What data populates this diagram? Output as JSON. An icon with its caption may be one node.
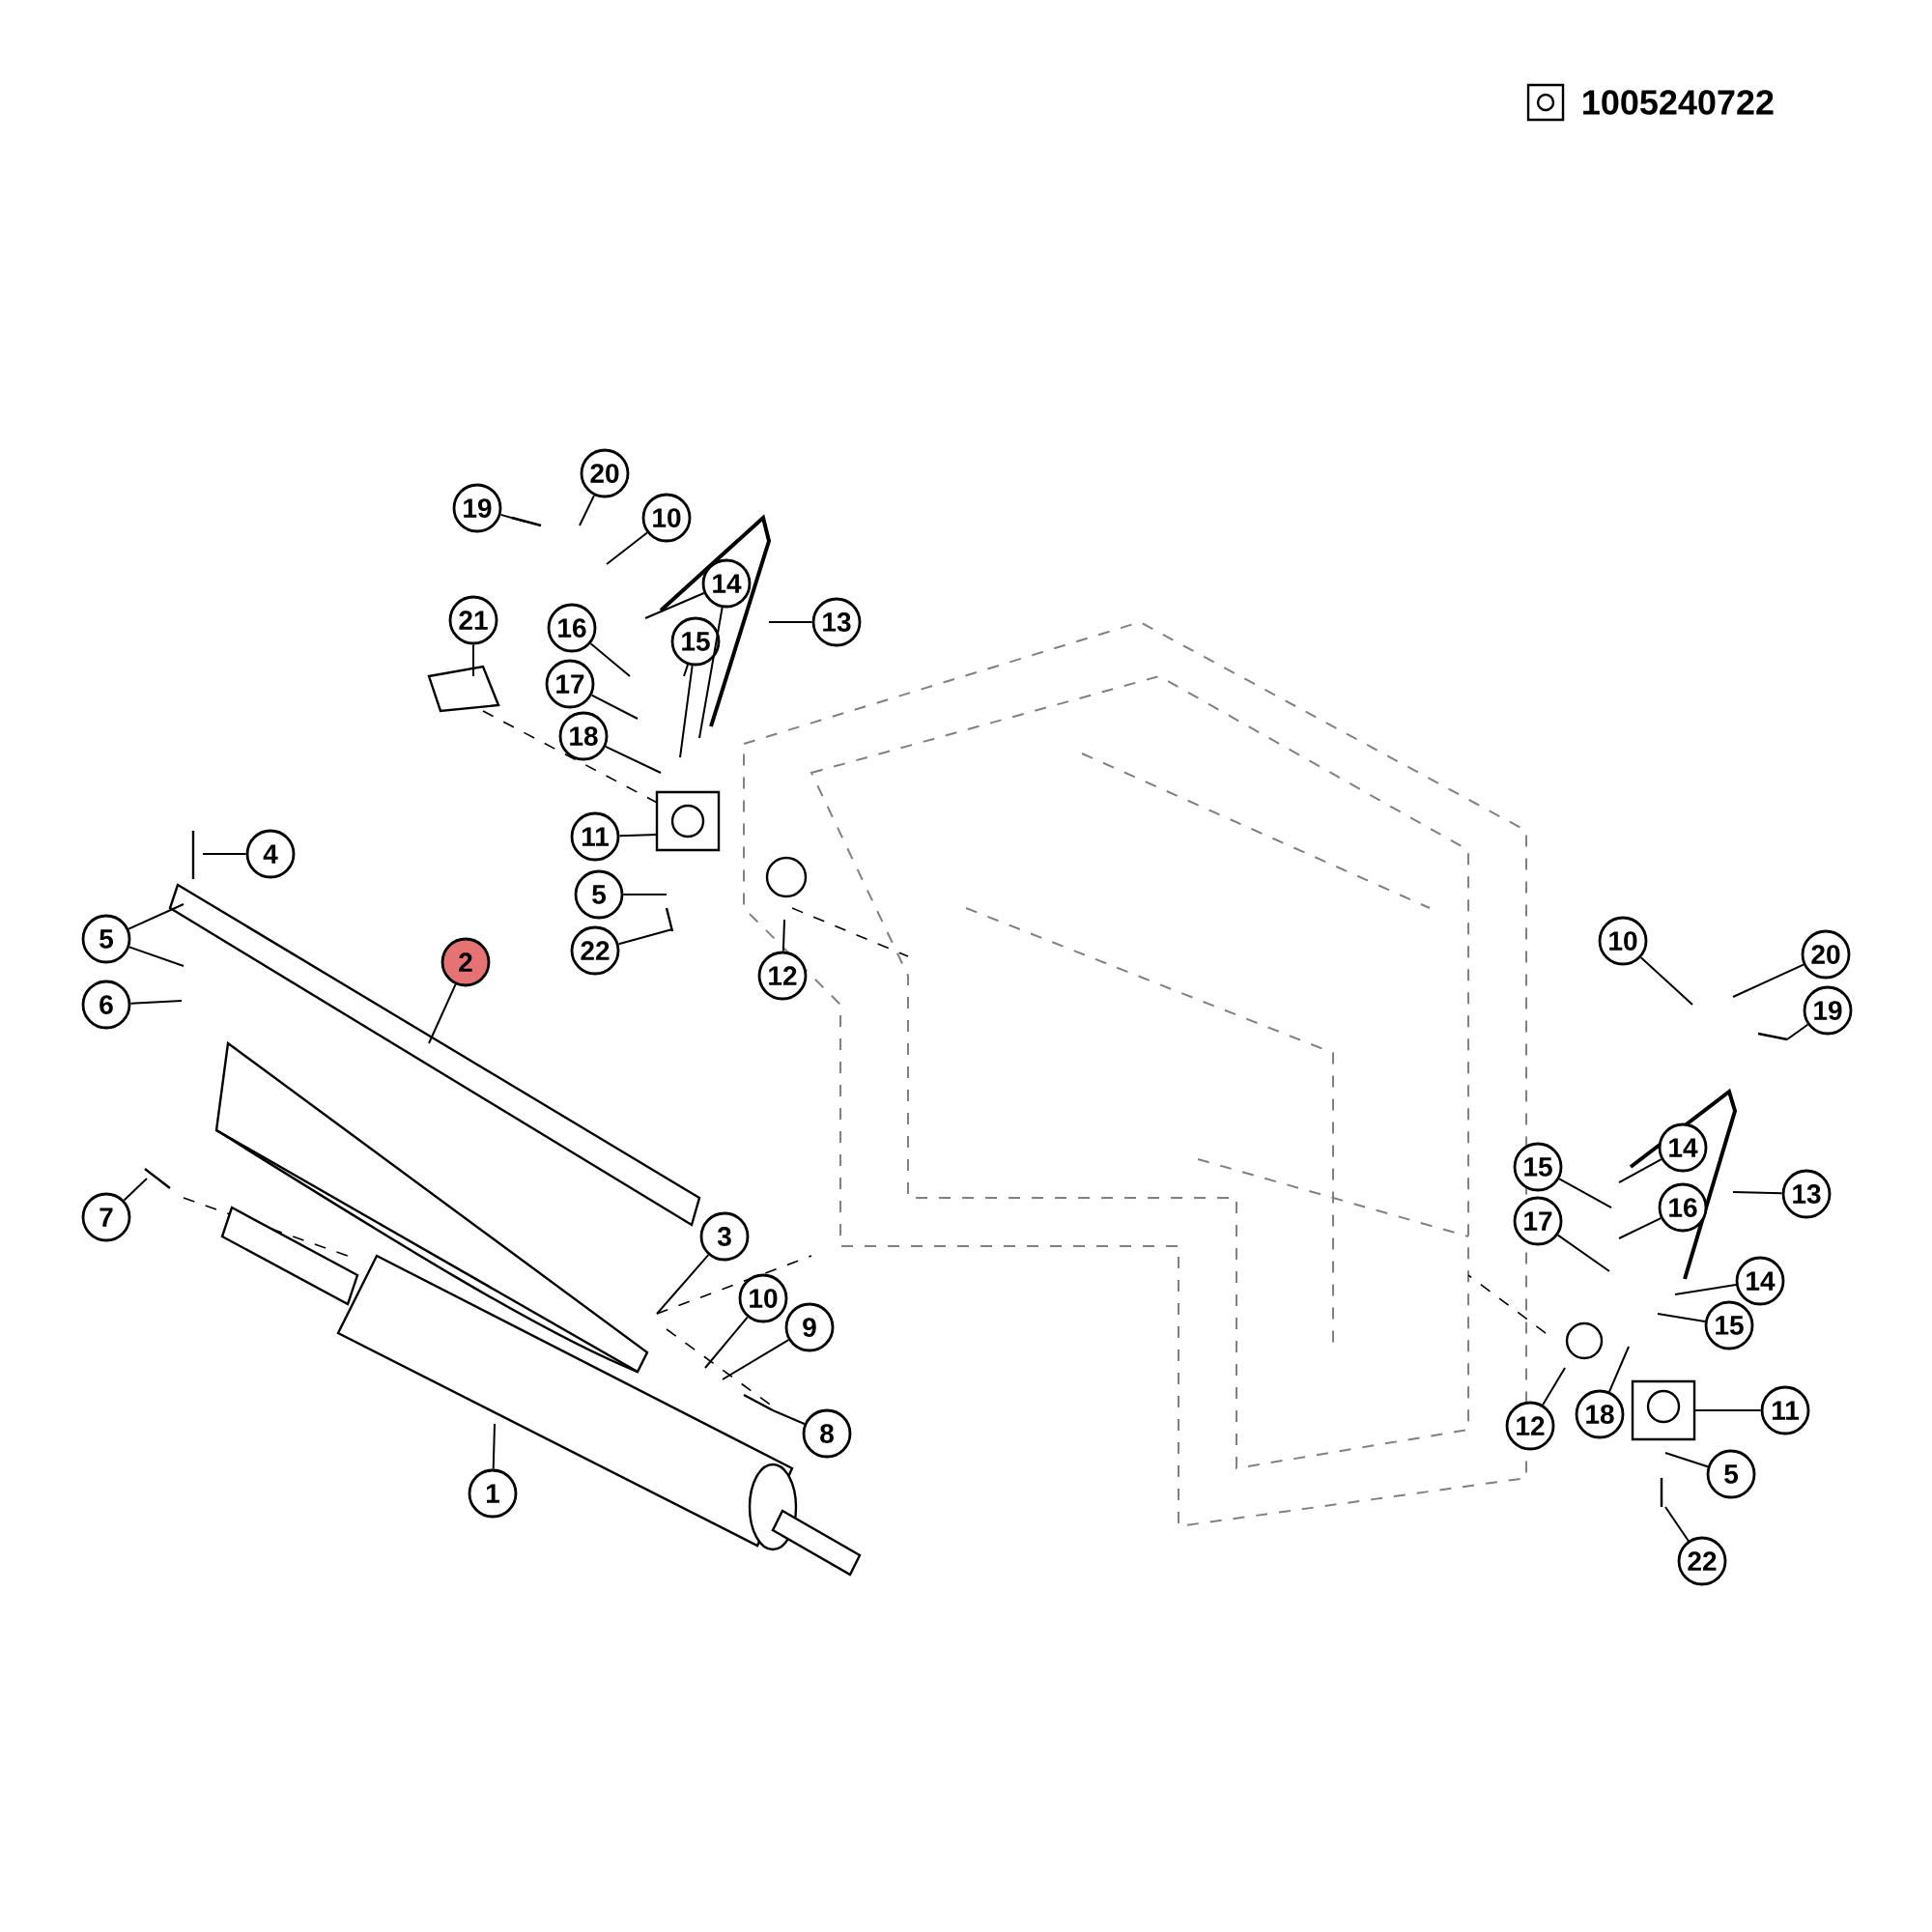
{
  "diagram": {
    "nodes": [
      {
        "text": [
          "20"
        ]
      },
      {
        "text": [
          "19"
        ]
      },
      {
        "text": [
          "10"
        ]
      },
      {
        "text": [
          "14"
        ]
      },
      {
        "text": [
          "21"
        ]
      },
      {
        "text": [
          "16"
        ]
      },
      {
        "text": [
          "15"
        ]
      },
      {
        "text": [
          "13"
        ]
      },
      {
        "text": [
          "17"
        ]
      },
      {
        "text": [
          "18"
        ]
      },
      {
        "text": [
          "11"
        ]
      },
      {
        "text": [
          "5"
        ]
      },
      {
        "text": [
          "22"
        ]
      },
      {
        "text": [
          "12"
        ]
      },
      {
        "text": [
          "4"
        ]
      },
      {
        "text": [
          "5"
        ]
      },
      {
        "text": [
          "6"
        ]
      },
      {
        "text": [
          "2"
        ]
      },
      {
        "text": [
          "7"
        ]
      },
      {
        "text": [
          "3"
        ]
      },
      {
        "text": [
          "10"
        ]
      },
      {
        "text": [
          "9"
        ]
      },
      {
        "text": [
          "8"
        ]
      },
      {
        "text": [
          "1"
        ]
      },
      {
        "text": [
          "10"
        ]
      },
      {
        "text": [
          "20"
        ]
      },
      {
        "text": [
          "19"
        ]
      },
      {
        "text": [
          "15"
        ]
      },
      {
        "text": [
          "14"
        ]
      },
      {
        "text": [
          "16"
        ]
      },
      {
        "text": [
          "17"
        ]
      },
      {
        "text": [
          "13"
        ]
      },
      {
        "text": [
          "14"
        ]
      },
      {
        "text": [
          "15"
        ]
      },
      {
        "text": [
          "12"
        ]
      },
      {
        "text": [
          "18"
        ]
      },
      {
        "text": [
          "11"
        ]
      },
      {
        "text": [
          "5"
        ]
      },
      {
        "text": [
          "22"
        ]
      }
    ],
    "edges": [
      {
        "from": 0,
        "to": null,
        "arrow": "none"
      },
      {
        "from": 1,
        "to": null,
        "arrow": "none"
      },
      {
        "from": 2,
        "to": null,
        "arrow": "none"
      },
      {
        "from": 3,
        "to": null,
        "arrow": "none"
      },
      {
        "from": 3,
        "to": null,
        "arrow": "none"
      },
      {
        "from": 4,
        "to": null,
        "arrow": "none"
      },
      {
        "from": 5,
        "to": null,
        "arrow": "none"
      },
      {
        "from": 6,
        "to": null,
        "arrow": "none"
      },
      {
        "from": 6,
        "to": null,
        "arrow": "none"
      },
      {
        "from": 7,
        "to": null,
        "arrow": "none"
      },
      {
        "from": 8,
        "to": null,
        "arrow": "none"
      },
      {
        "from": 9,
        "to": null,
        "arrow": "none"
      },
      {
        "from": 10,
        "to": null,
        "arrow": "none"
      },
      {
        "from": 11,
        "to": null,
        "arrow": "none"
      },
      {
        "from": 12,
        "to": null,
        "arrow": "none"
      },
      {
        "from": 13,
        "to": null,
        "arrow": "none"
      },
      {
        "from": 14,
        "to": null,
        "arrow": "none"
      },
      {
        "from": 15,
        "to": null,
        "arrow": "none"
      },
      {
        "from": 15,
        "to": null,
        "arrow": "none"
      },
      {
        "from": 16,
        "to": null,
        "arrow": "none"
      },
      {
        "from": 17,
        "to": null,
        "arrow": "none"
      },
      {
        "from": 18,
        "to": null,
        "arrow": "none"
      },
      {
        "from": 19,
        "to": null,
        "arrow": "none"
      },
      {
        "from": 20,
        "to": null,
        "arrow": "none"
      },
      {
        "from": 21,
        "to": null,
        "arrow": "none"
      },
      {
        "from": 22,
        "to": null,
        "arrow": "none"
      },
      {
        "from": 23,
        "to": null,
        "arrow": "none"
      },
      {
        "from": 24,
        "to": null,
        "arrow": "none"
      },
      {
        "from": 25,
        "to": null,
        "arrow": "none"
      },
      {
        "from": 26,
        "to": null,
        "arrow": "none"
      },
      {
        "from": 27,
        "to": null,
        "arrow": "none"
      },
      {
        "from": 28,
        "to": null,
        "arrow": "none"
      },
      {
        "from": 29,
        "to": null,
        "arrow": "none"
      },
      {
        "from": 30,
        "to": null,
        "arrow": "none"
      },
      {
        "from": 31,
        "to": null,
        "arrow": "none"
      },
      {
        "from": 32,
        "to": null,
        "arrow": "none"
      },
      {
        "from": 33,
        "to": null,
        "arrow": "none"
      },
      {
        "from": 34,
        "to": null,
        "arrow": "none"
      },
      {
        "from": 35,
        "to": null,
        "arrow": "none"
      },
      {
        "from": 36,
        "to": null,
        "arrow": "none"
      },
      {
        "from": 37,
        "to": null,
        "arrow": "none"
      },
      {
        "from": 38,
        "to": null,
        "arrow": "none"
      }
    ],
    "labels": [
      "1005240722"
    ]
  }
}
